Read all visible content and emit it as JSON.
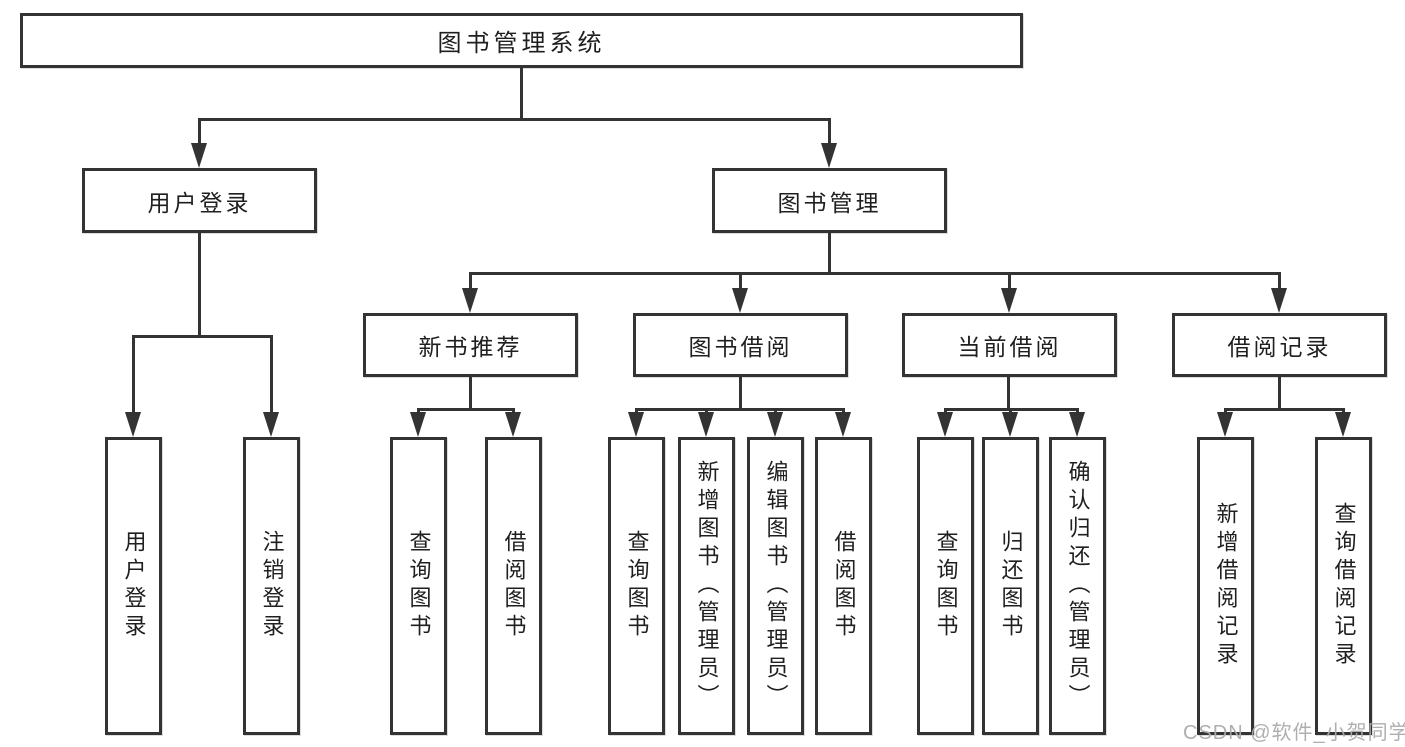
{
  "tree": {
    "label": "图书管理系统",
    "children": [
      {
        "label": "用户登录",
        "children": [
          {
            "label": "用户登录"
          },
          {
            "label": "注销登录"
          }
        ]
      },
      {
        "label": "图书管理",
        "children": [
          {
            "label": "新书推荐",
            "children": [
              {
                "label": "查询图书"
              },
              {
                "label": "借阅图书"
              }
            ]
          },
          {
            "label": "图书借阅",
            "children": [
              {
                "label": "查询图书"
              },
              {
                "label": "新增图书（管理员）"
              },
              {
                "label": "编辑图书（管理员）"
              },
              {
                "label": "借阅图书"
              }
            ]
          },
          {
            "label": "当前借阅",
            "children": [
              {
                "label": "查询图书"
              },
              {
                "label": "归还图书"
              },
              {
                "label": "确认归还（管理员）"
              }
            ]
          },
          {
            "label": "借阅记录",
            "children": [
              {
                "label": "新增借阅记录"
              },
              {
                "label": "查询借阅记录"
              }
            ]
          }
        ]
      }
    ]
  },
  "watermark": {
    "text": "CSDN @软件_小贺同学"
  },
  "colors": {
    "line": "#333333",
    "box_fill": "#ffffff",
    "text": "#1f1f1f",
    "watermark": "#b3b3b3"
  }
}
